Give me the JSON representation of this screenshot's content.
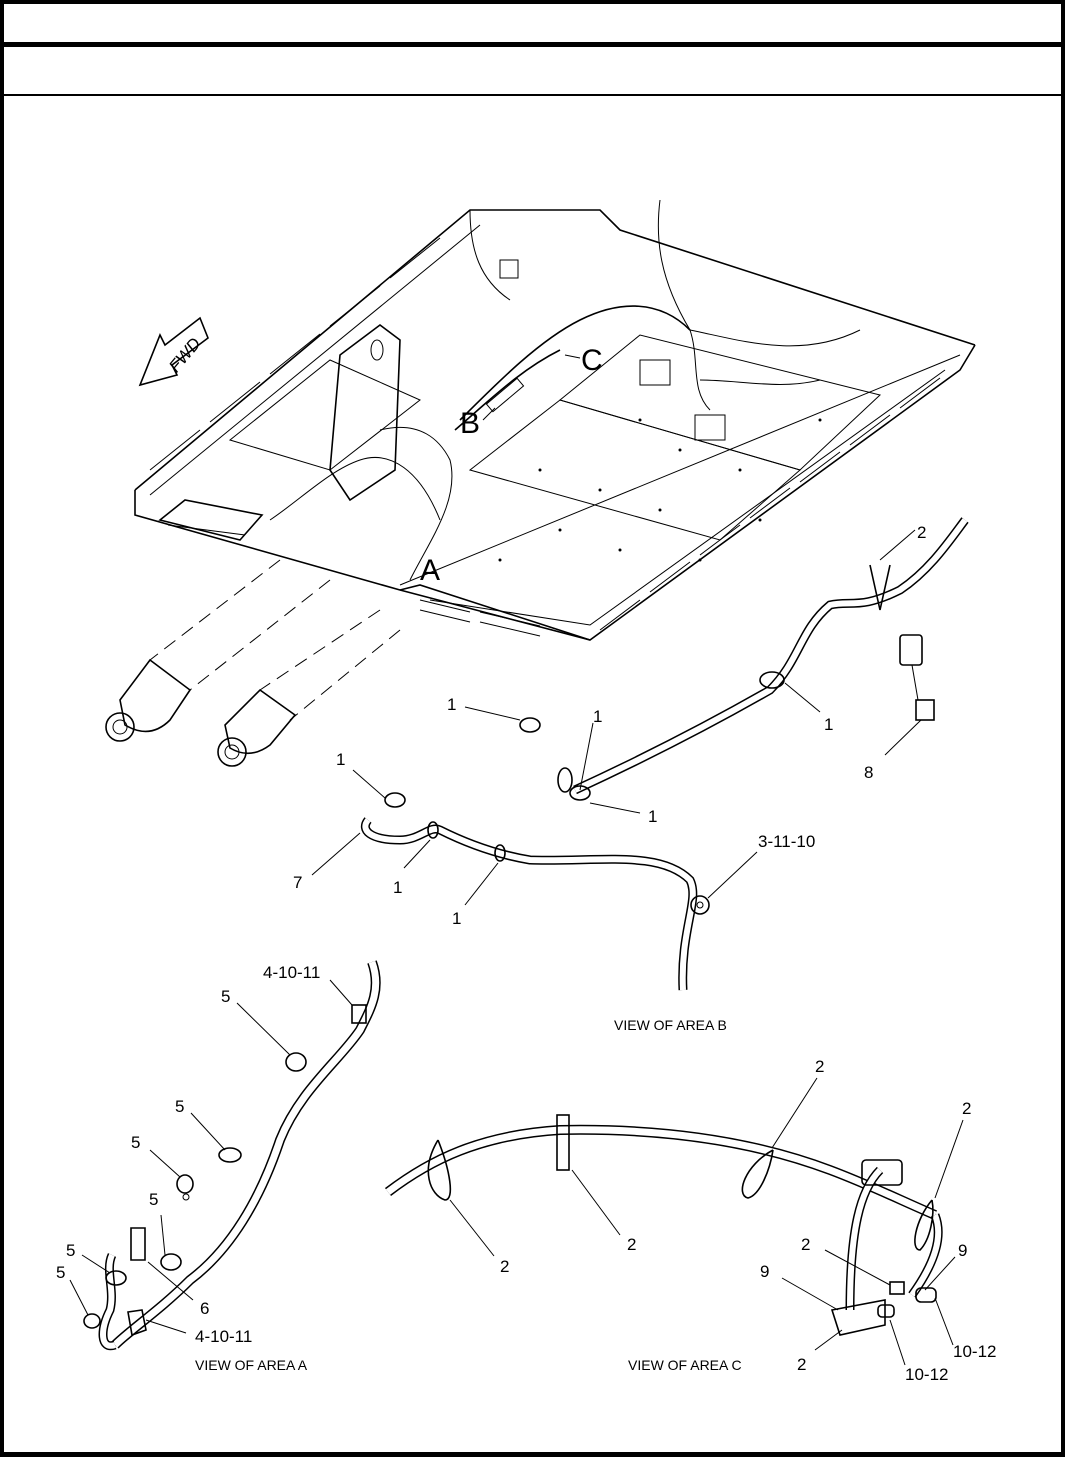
{
  "document": {
    "type": "parts-catalog-illustration",
    "header_title": "",
    "header_subtitle": ""
  },
  "main_view": {
    "direction_arrow": "FWD",
    "area_markers": [
      "A",
      "B",
      "C"
    ]
  },
  "view_b": {
    "caption": "VIEW OF AREA B",
    "callouts": [
      "1",
      "1",
      "1",
      "1",
      "1",
      "1",
      "1",
      "1",
      "2",
      "7",
      "8",
      "3-11-10"
    ]
  },
  "view_a": {
    "caption": "VIEW OF AREA A",
    "callouts": [
      "4-10-11",
      "5",
      "5",
      "5",
      "5",
      "5",
      "5",
      "6",
      "4-10-11"
    ]
  },
  "view_c": {
    "caption": "VIEW OF AREA C",
    "callouts": [
      "2",
      "2",
      "2",
      "2",
      "2",
      "2",
      "9",
      "9",
      "2",
      "10-12",
      "10-12"
    ]
  }
}
